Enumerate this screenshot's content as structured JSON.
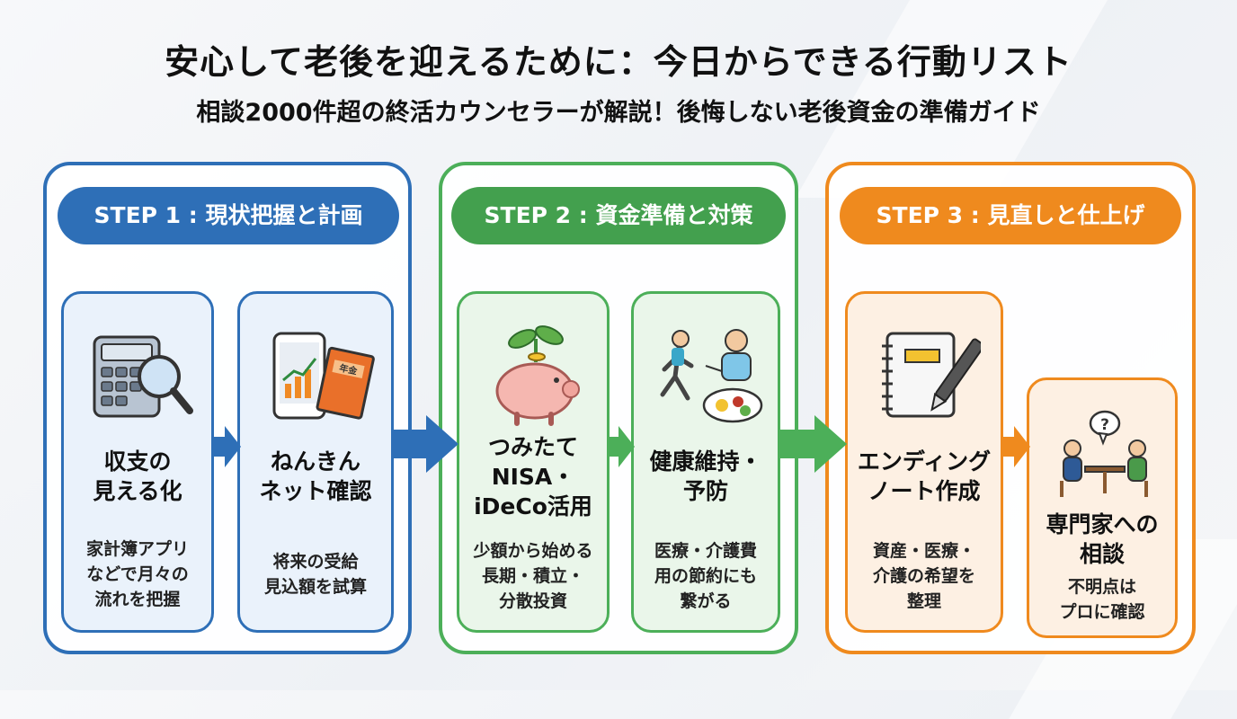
{
  "header": {
    "title": "安心して老後を迎えるために：今日からできる行動リスト",
    "subtitle": "相談2000件超の終活カウンセラーが解説！後悔しない老後資金の準備ガイド"
  },
  "steps": [
    {
      "label": "STEP 1 : 現状把握と計画",
      "color": "#2e6fb7",
      "cards": [
        {
          "title_lines": [
            "収支の",
            "見える化"
          ],
          "desc_lines": [
            "家計簿アプリ",
            "などで月々の",
            "流れを把握"
          ],
          "icon": "calculator-magnifier-icon"
        },
        {
          "title_lines": [
            "ねんきん",
            "ネット確認"
          ],
          "desc_lines": [
            "将来の受給",
            "見込額を試算"
          ],
          "icon": "smartphone-pension-book-icon",
          "book_label": "年金"
        }
      ]
    },
    {
      "label": "STEP 2 : 資金準備と対策",
      "color": "#43a04e",
      "cards": [
        {
          "title_lines": [
            "つみたて",
            "NISA・",
            "iDeCo活用"
          ],
          "desc_lines": [
            "少額から始める",
            "長期・積立・",
            "分散投資"
          ],
          "icon": "piggy-bank-sprout-icon"
        },
        {
          "title_lines": [
            "健康維持・",
            "予防"
          ],
          "desc_lines": [
            "医療・介護費",
            "用の節約にも",
            "繋がる"
          ],
          "icon": "running-eating-icon"
        }
      ]
    },
    {
      "label": "STEP 3 : 見直しと仕上げ",
      "color": "#ef8a1e",
      "cards": [
        {
          "title_lines": [
            "エンディング",
            "ノート作成"
          ],
          "desc_lines": [
            "資産・医療・",
            "介護の希望を",
            "整理"
          ],
          "icon": "notebook-pen-icon"
        },
        {
          "title_lines": [
            "専門家への",
            "相談"
          ],
          "desc_lines": [
            "不明点は",
            "プロに確認"
          ],
          "icon": "consultation-icon",
          "bubble": "?"
        }
      ]
    }
  ]
}
